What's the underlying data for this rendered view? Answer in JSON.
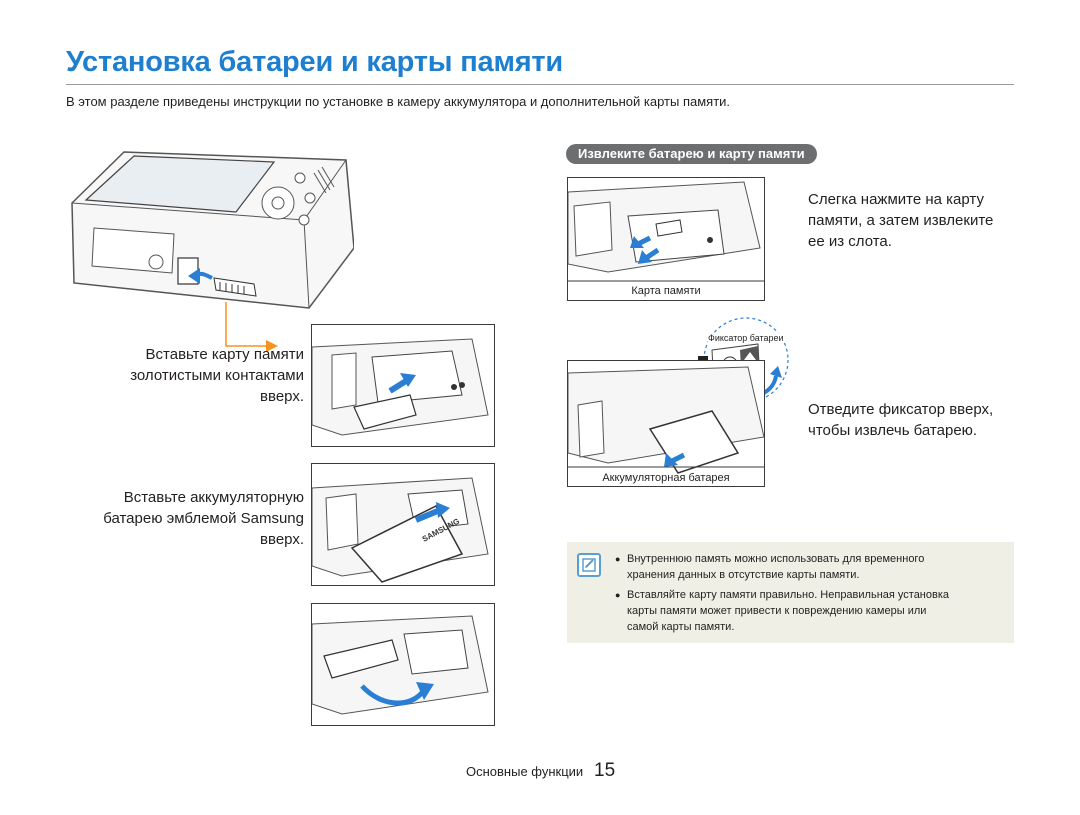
{
  "page": {
    "title": "Установка батареи и карты памяти",
    "intro": "В этом разделе приведены инструкции по установке в камеру аккумулятора и дополнительной карты памяти."
  },
  "steps": {
    "memory_card_lines": [
      "Вставьте карту памяти",
      "золотистыми контактами",
      "вверх."
    ],
    "battery_lines": [
      "Вставьте аккумуляторную",
      "батарею эмблемой Samsung",
      "вверх."
    ]
  },
  "battery_logo_text": "SAMSUNG",
  "remove": {
    "section_title": "Извлеките батарею и карту памяти",
    "card_text_lines": [
      "Слегка нажмите на карту",
      "памяти, а затем извлеките",
      "ее из слота."
    ],
    "card_caption": "Карта памяти",
    "latch_label": "Фиксатор батареи",
    "battery_text_lines": [
      "Отведите фиксатор вверх,",
      "чтобы извлечь батарею."
    ],
    "battery_caption": "Аккумуляторная батарея"
  },
  "notes": [
    {
      "lines": [
        "Внутреннюю память можно использовать для временного",
        "хранения данных в отсутствие карты памяти."
      ]
    },
    {
      "lines": [
        "Вставляйте карту памяти правильно. Неправильная установка",
        "карты памяти может привести к повреждению камеры или",
        "самой карты памяти."
      ]
    }
  ],
  "footer": {
    "section": "Основные функции",
    "page_number": "15"
  },
  "colors": {
    "title_blue": "#1e7fd0",
    "arrow_blue": "#2a7fd4",
    "connector_orange": "#f7941d",
    "tag_gray": "#6d6e70",
    "note_bg": "#efefe6"
  }
}
